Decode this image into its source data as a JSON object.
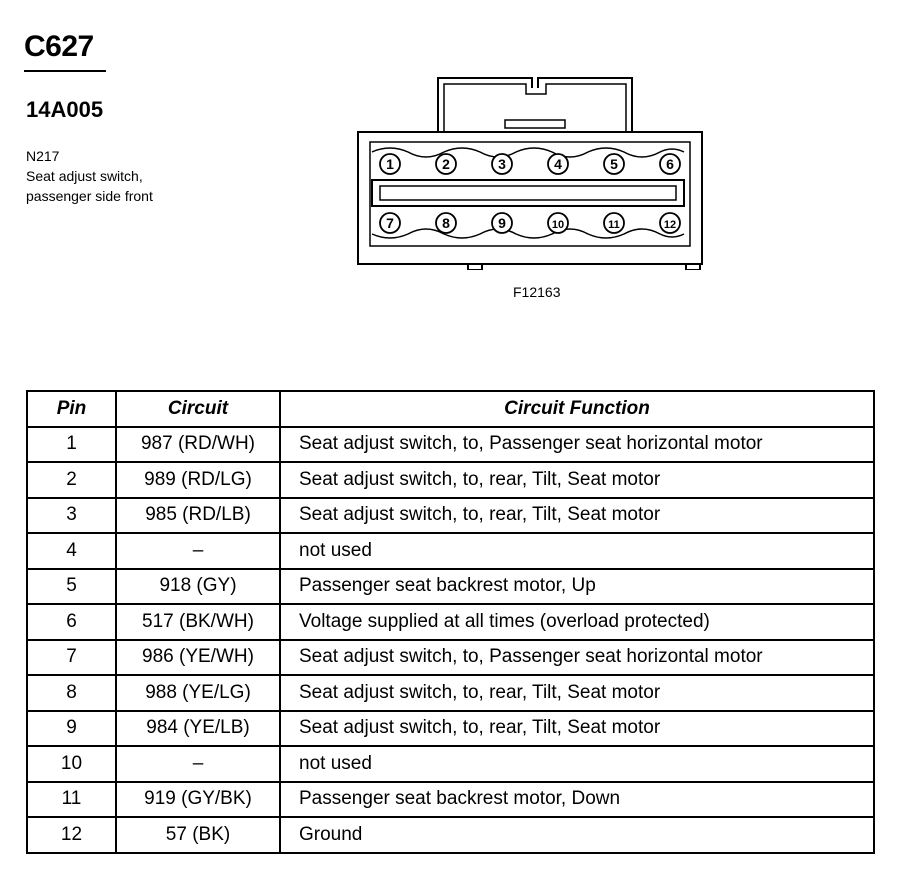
{
  "connector": {
    "id": "C627",
    "part_number": "14A005",
    "code": "N217",
    "description_line1": "Seat adjust switch,",
    "description_line2": "passenger side front"
  },
  "figure": {
    "label": "F12163",
    "top_row_pins": [
      "1",
      "2",
      "3",
      "4",
      "5",
      "6"
    ],
    "bottom_row_pins": [
      "7",
      "8",
      "9",
      "10",
      "11",
      "12"
    ]
  },
  "table": {
    "headers": {
      "pin": "Pin",
      "circuit": "Circuit",
      "function": "Circuit Function"
    },
    "rows": [
      {
        "pin": "1",
        "circuit": "987 (RD/WH)",
        "function": "Seat adjust switch, to, Passenger seat horizontal motor"
      },
      {
        "pin": "2",
        "circuit": "989 (RD/LG)",
        "function": "Seat adjust switch, to, rear, Tilt, Seat motor"
      },
      {
        "pin": "3",
        "circuit": "985 (RD/LB)",
        "function": "Seat adjust switch, to, rear, Tilt, Seat motor"
      },
      {
        "pin": "4",
        "circuit": "–",
        "function": "not used"
      },
      {
        "pin": "5",
        "circuit": "918 (GY)",
        "function": "Passenger seat backrest motor, Up"
      },
      {
        "pin": "6",
        "circuit": "517 (BK/WH)",
        "function": "Voltage supplied at all times (overload protected)"
      },
      {
        "pin": "7",
        "circuit": "986 (YE/WH)",
        "function": "Seat adjust switch, to, Passenger seat horizontal motor"
      },
      {
        "pin": "8",
        "circuit": "988 (YE/LG)",
        "function": "Seat adjust switch, to, rear, Tilt, Seat motor"
      },
      {
        "pin": "9",
        "circuit": "984 (YE/LB)",
        "function": "Seat adjust switch, to, rear, Tilt, Seat motor"
      },
      {
        "pin": "10",
        "circuit": "–",
        "function": "not used"
      },
      {
        "pin": "11",
        "circuit": "919 (GY/BK)",
        "function": "Passenger seat backrest motor, Down"
      },
      {
        "pin": "12",
        "circuit": "57 (BK)",
        "function": "Ground"
      }
    ]
  }
}
